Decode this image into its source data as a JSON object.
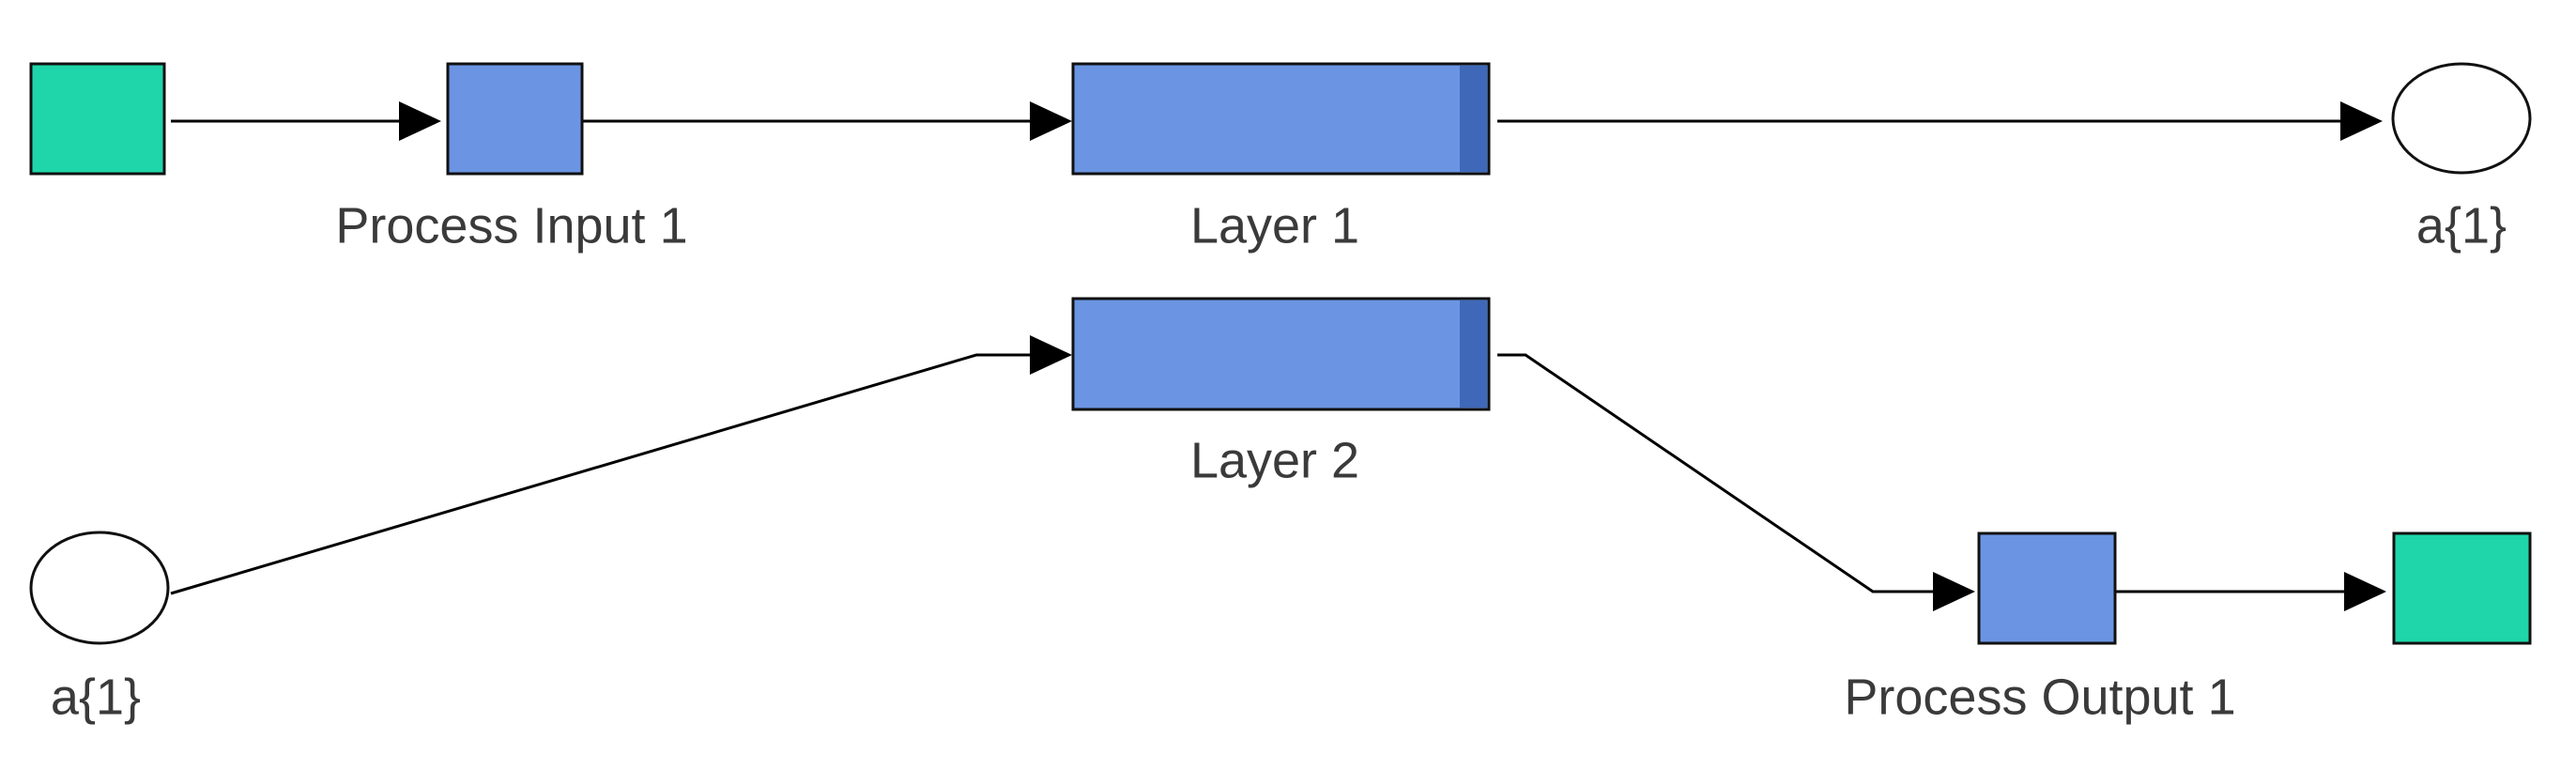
{
  "diagram": {
    "blocks": {
      "input_source": {
        "label": ""
      },
      "process_input": {
        "label": "Process Input 1"
      },
      "layer1": {
        "label": "Layer 1"
      },
      "a1_out": {
        "label": "a{1}"
      },
      "a1_in": {
        "label": "a{1}"
      },
      "layer2": {
        "label": "Layer 2"
      },
      "process_output": {
        "label": "Process Output 1"
      },
      "output_sink": {
        "label": ""
      }
    },
    "connections": [
      {
        "from": "input_source",
        "to": "process_input"
      },
      {
        "from": "process_input",
        "to": "layer1"
      },
      {
        "from": "layer1",
        "to": "a1_out"
      },
      {
        "from": "a1_in",
        "to": "layer2"
      },
      {
        "from": "layer2",
        "to": "process_output"
      },
      {
        "from": "process_output",
        "to": "output_sink"
      }
    ],
    "colors": {
      "input_output_block": "#1ed6a9",
      "process_block": "#6b95e2",
      "layer_block": "#6b95e2",
      "layer_shade": "#3f69b8",
      "port_fill": "#ffffff",
      "wire": "#000000",
      "label_text": "#3a3a3a"
    }
  }
}
